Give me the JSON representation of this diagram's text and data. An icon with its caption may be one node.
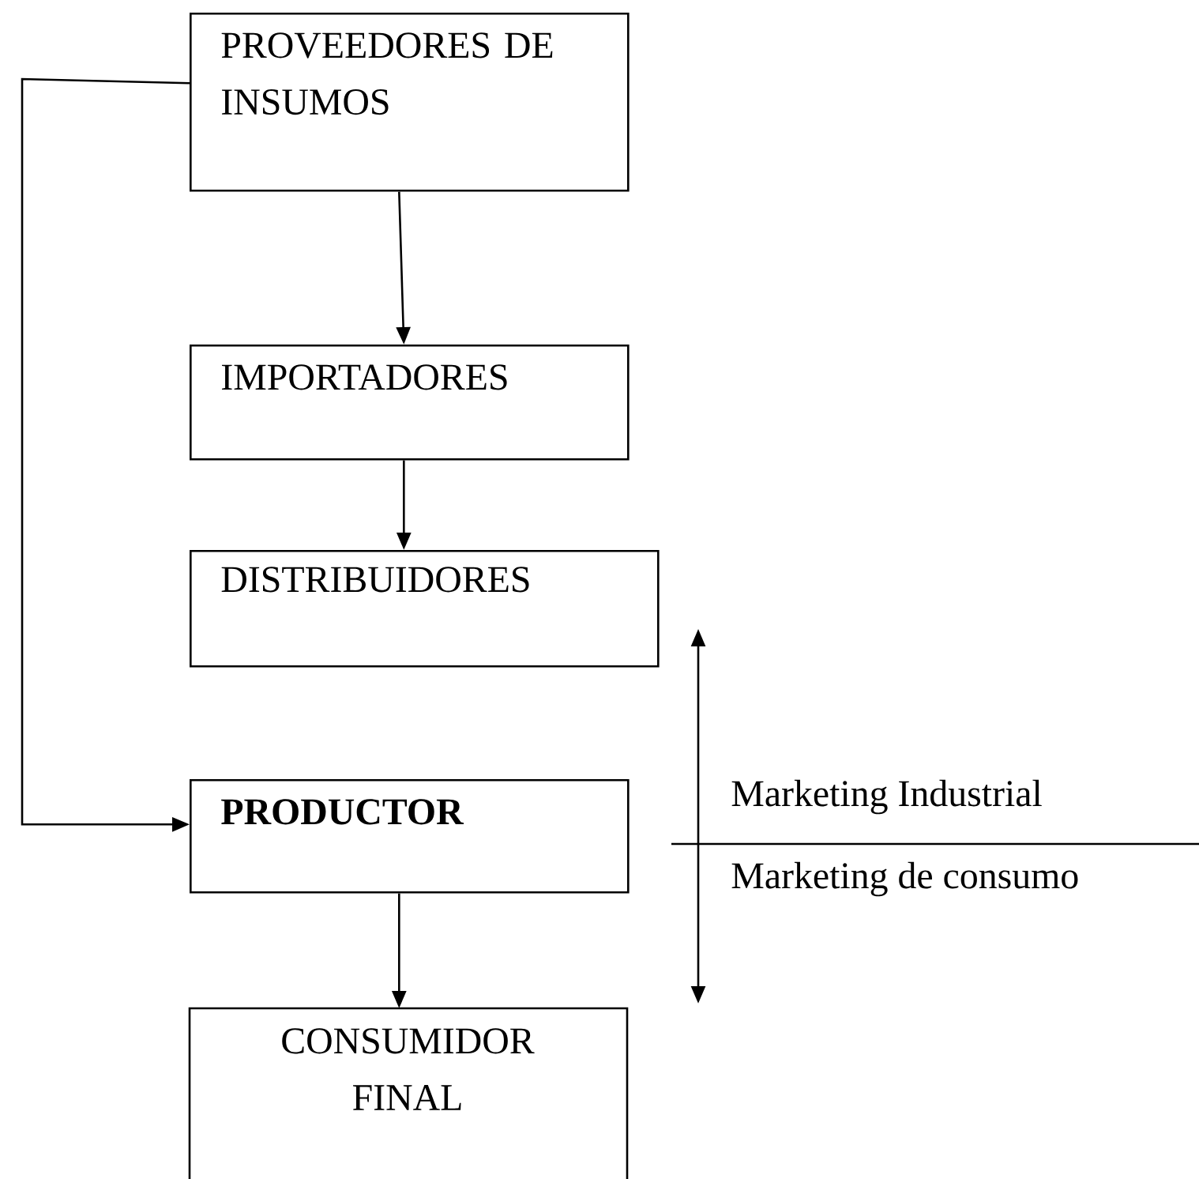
{
  "diagram": {
    "nodes": [
      {
        "text": [
          "PROVEEDORES DE INSUMOS"
        ]
      },
      {
        "text": [
          "IMPORTADORES"
        ]
      },
      {
        "text": [
          "DISTRIBUIDORES"
        ]
      },
      {
        "text": [
          "PRODUCTOR"
        ]
      },
      {
        "text": [
          "CONSUMIDOR FINAL"
        ]
      }
    ],
    "edges": [
      {
        "from": 0,
        "to": 1,
        "arrow": "to"
      },
      {
        "from": 1,
        "to": 2,
        "arrow": "to"
      },
      {
        "from": 0,
        "to": 3,
        "arrow": "to"
      },
      {
        "from": 3,
        "to": 4,
        "arrow": "to"
      }
    ],
    "labels": [
      "Marketing Industrial",
      "Marketing de consumo"
    ]
  }
}
